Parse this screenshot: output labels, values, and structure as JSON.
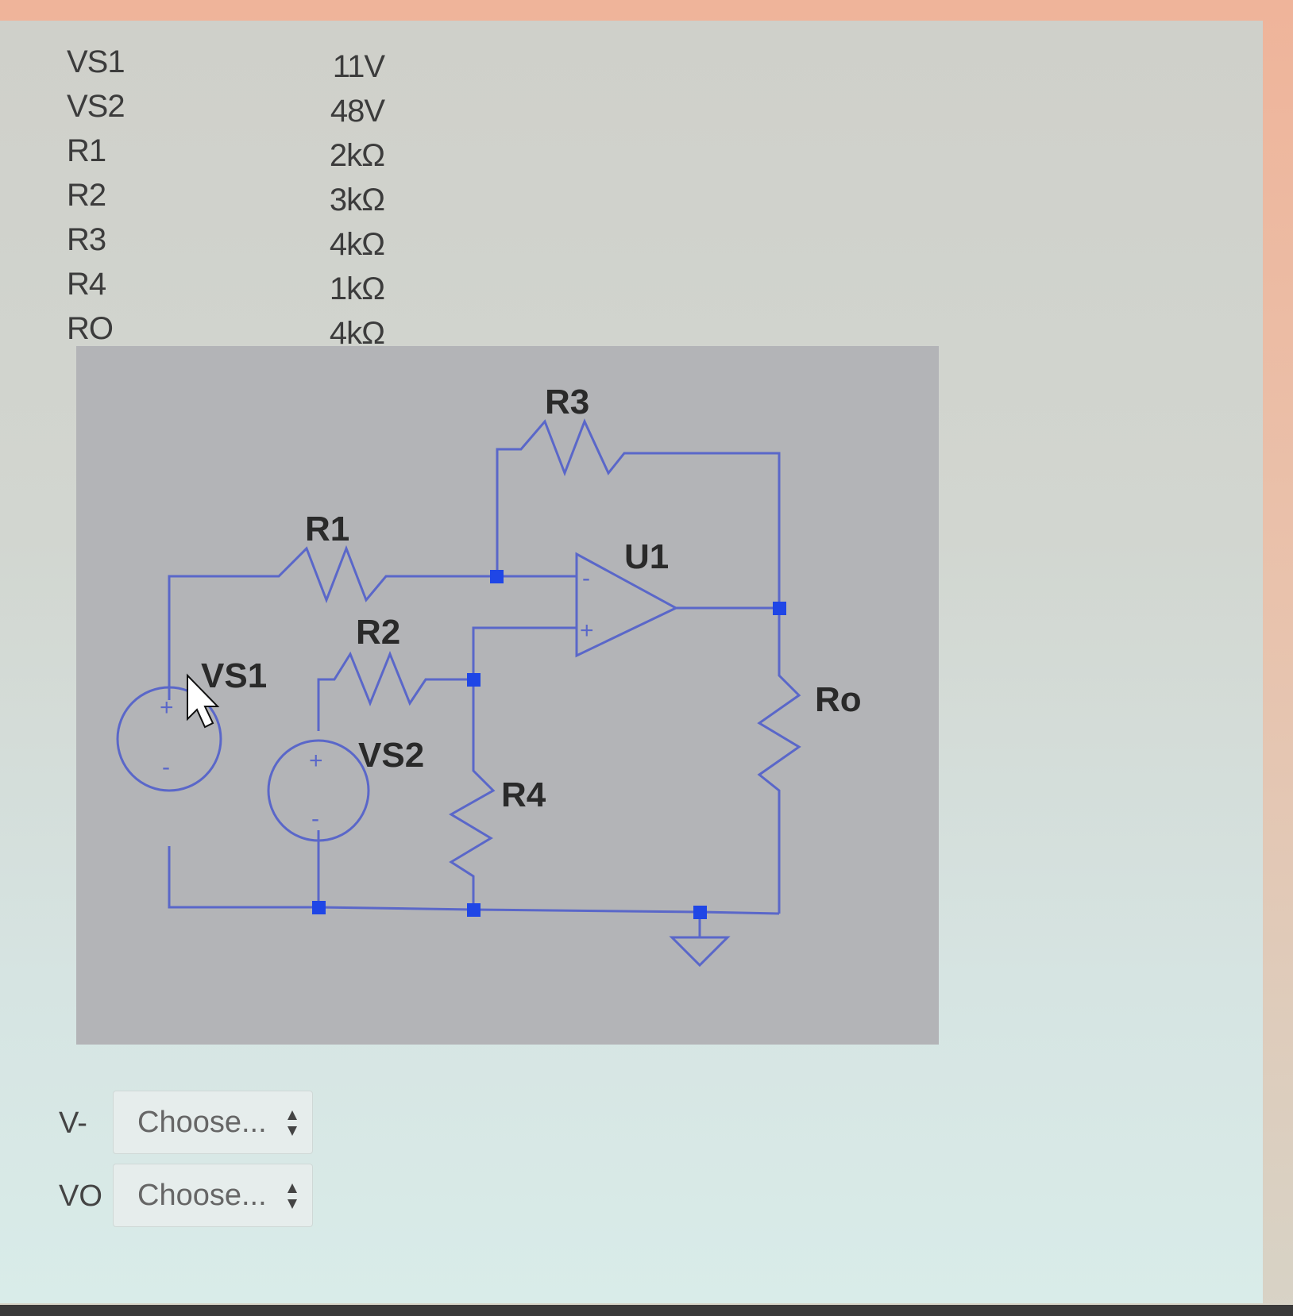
{
  "parameters": [
    {
      "name": "VS1",
      "value": "11V"
    },
    {
      "name": "VS2",
      "value": "48V"
    },
    {
      "name": "R1",
      "value": "2kΩ"
    },
    {
      "name": "R2",
      "value": "3kΩ"
    },
    {
      "name": "R3",
      "value": "4kΩ"
    },
    {
      "name": "R4",
      "value": "1kΩ"
    },
    {
      "name": "RO",
      "value": "4kΩ"
    }
  ],
  "schematic": {
    "labels": {
      "r1": "R1",
      "r2": "R2",
      "r3": "R3",
      "r4": "R4",
      "ro": "Ro",
      "u1": "U1",
      "vs1": "VS1",
      "vs2": "VS2",
      "plus": "+",
      "minus": "-"
    },
    "wire_color": "#5a67c9",
    "node_color": "#1f46e6",
    "label_color": "#2a2a2a"
  },
  "form": {
    "v_minus": {
      "label": "V-",
      "selected": "Choose..."
    },
    "vo": {
      "label": "VO",
      "selected": "Choose..."
    }
  }
}
